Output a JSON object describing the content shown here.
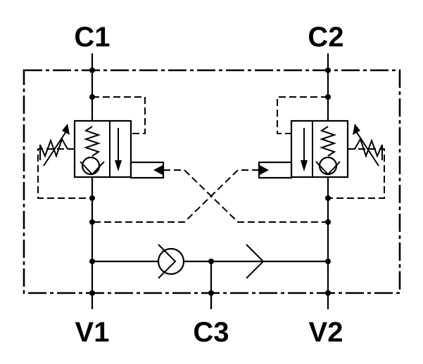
{
  "diagram": {
    "ports": {
      "c1": "C1",
      "c2": "C2",
      "c3": "C3",
      "v1": "V1",
      "v2": "V2"
    },
    "colors": {
      "line": "#000000",
      "background": "#ffffff"
    }
  }
}
